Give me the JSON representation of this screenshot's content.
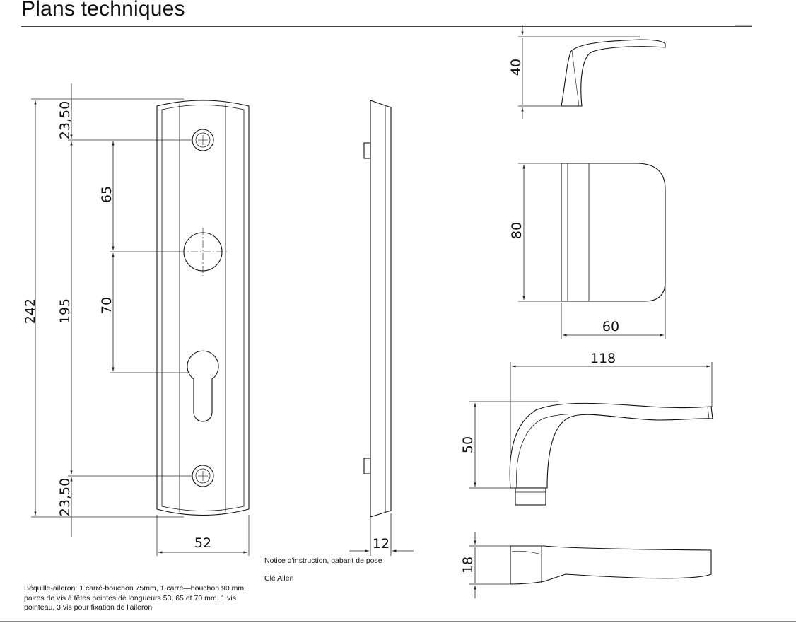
{
  "title": "Plans techniques",
  "dimensions": {
    "total_height": "242",
    "screw_spacing": "195",
    "top_margin": "23,50",
    "bottom_margin": "23,50",
    "upper_spacing": "65",
    "lower_spacing": "70",
    "plate_width": "52",
    "plate_thickness": "12",
    "lever_height": "40",
    "rose_height": "80",
    "rose_width": "60",
    "lever_length": "118",
    "lever_projection": "50",
    "lever_depth": "18"
  },
  "notes": {
    "instructions": "Notice d'instruction, gabarit de pose",
    "key": "Clé Allen",
    "contents": "Béquille-aileron:  1 carré-bouchon 75mm, 1 carré—bouchon 90 mm, paires de vis à têtes peintes de longueurs 53, 65 et 70 mm. 1  vis pointeau, 3 vis pour fixation de l'aileron"
  }
}
